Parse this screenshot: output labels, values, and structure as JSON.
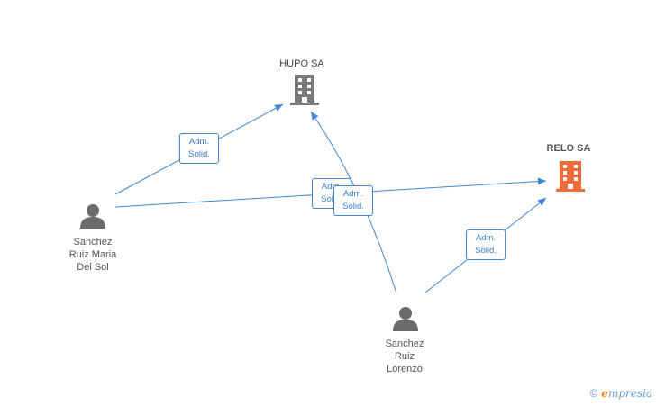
{
  "companies": {
    "hupo": {
      "name": "HUPO SA",
      "color": "#7a7a7a"
    },
    "relo": {
      "name": "RELO SA",
      "color": "#f26b3a"
    }
  },
  "people": {
    "maria": {
      "name": "Sanchez\nRuiz Maria\nDel Sol"
    },
    "lorenzo": {
      "name": "Sanchez\nRuiz\nLorenzo"
    }
  },
  "edge_labels": {
    "maria_hupo": {
      "line1": "Adm.",
      "line2": "Solid."
    },
    "maria_relo": {
      "line1": "Adm.",
      "line2": "Solid."
    },
    "lorenzo_hupo": {
      "line1": "Adm.",
      "line2": "Solid."
    },
    "lorenzo_relo": {
      "line1": "Adm.",
      "line2": "Solid."
    }
  },
  "colors": {
    "edge": "#3f86d6",
    "person_icon": "#6b6b6b"
  },
  "brand": {
    "copyright": "©",
    "initial": "e",
    "name": "mpresia"
  }
}
